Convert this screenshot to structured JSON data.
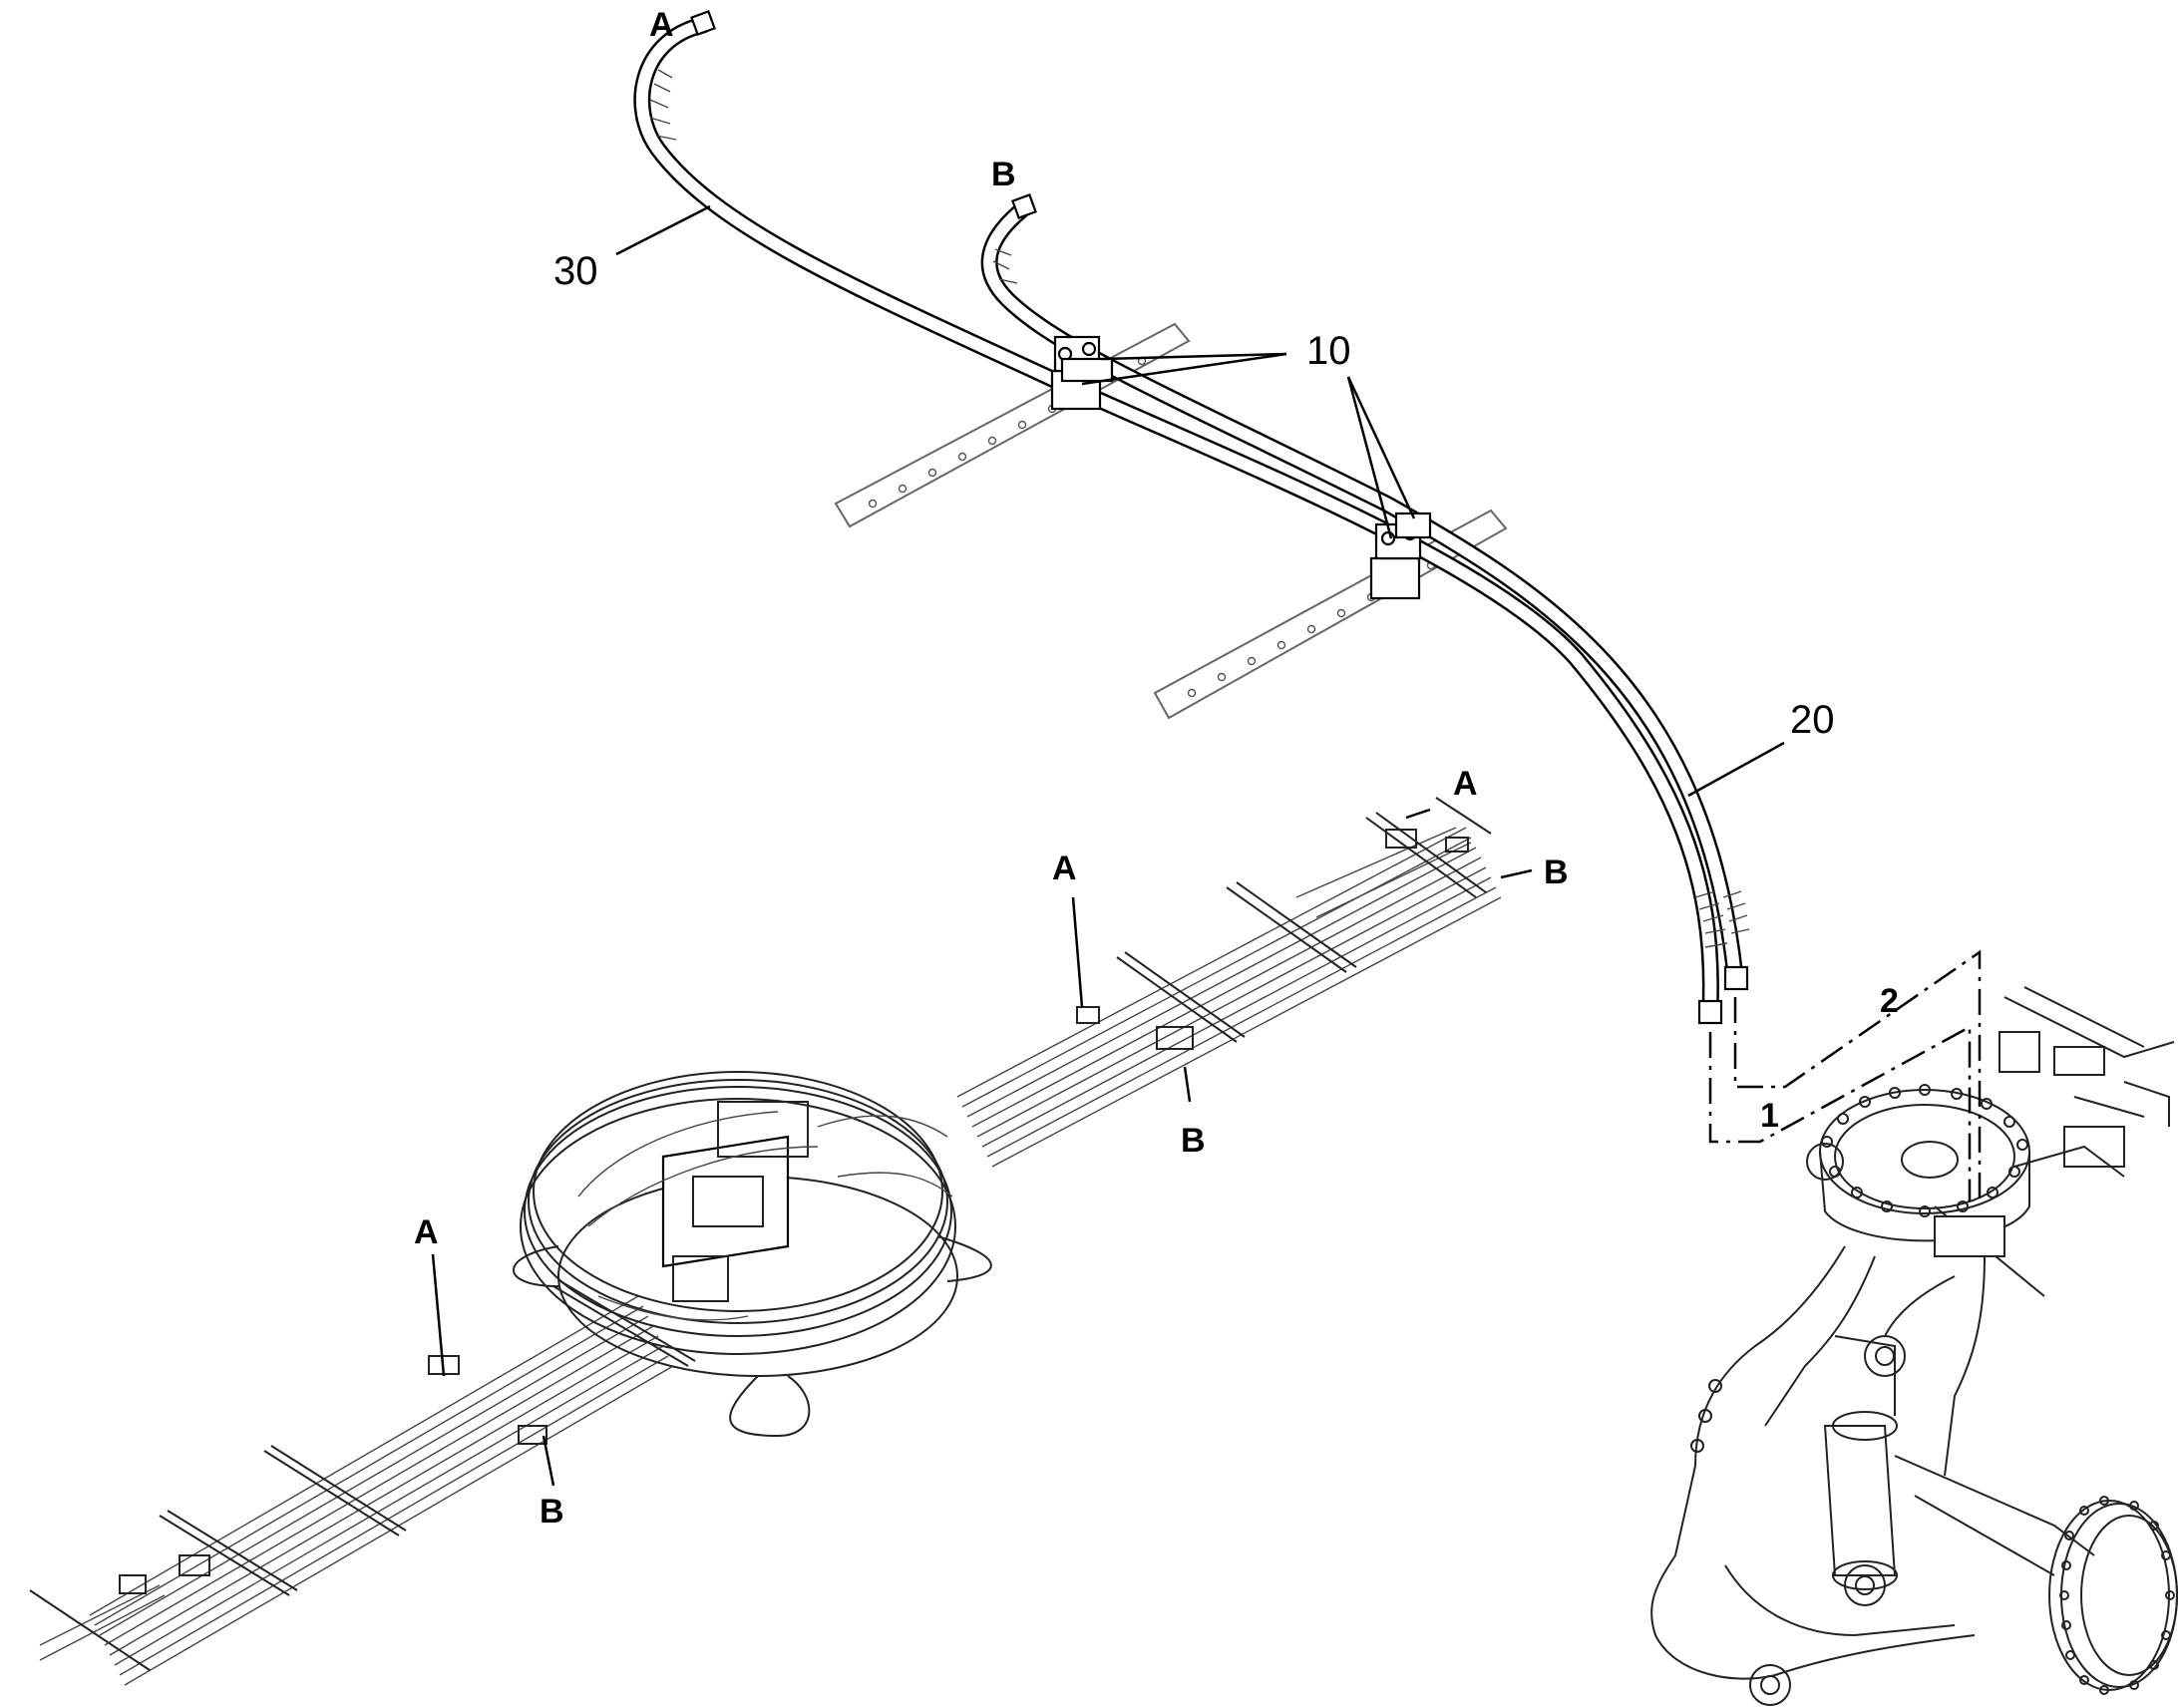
{
  "callouts": {
    "hose_top": "30",
    "clamps": "10",
    "hose_bottom": "20",
    "path_1": "1",
    "path_2": "2",
    "conn_a_hose": "A",
    "conn_b_hose": "B",
    "conn_a_upper_right": "A",
    "conn_b_upper_right": "B",
    "conn_a_middle": "A",
    "conn_b_middle": "B",
    "conn_a_lower_left": "A",
    "conn_b_lower_left": "B"
  }
}
